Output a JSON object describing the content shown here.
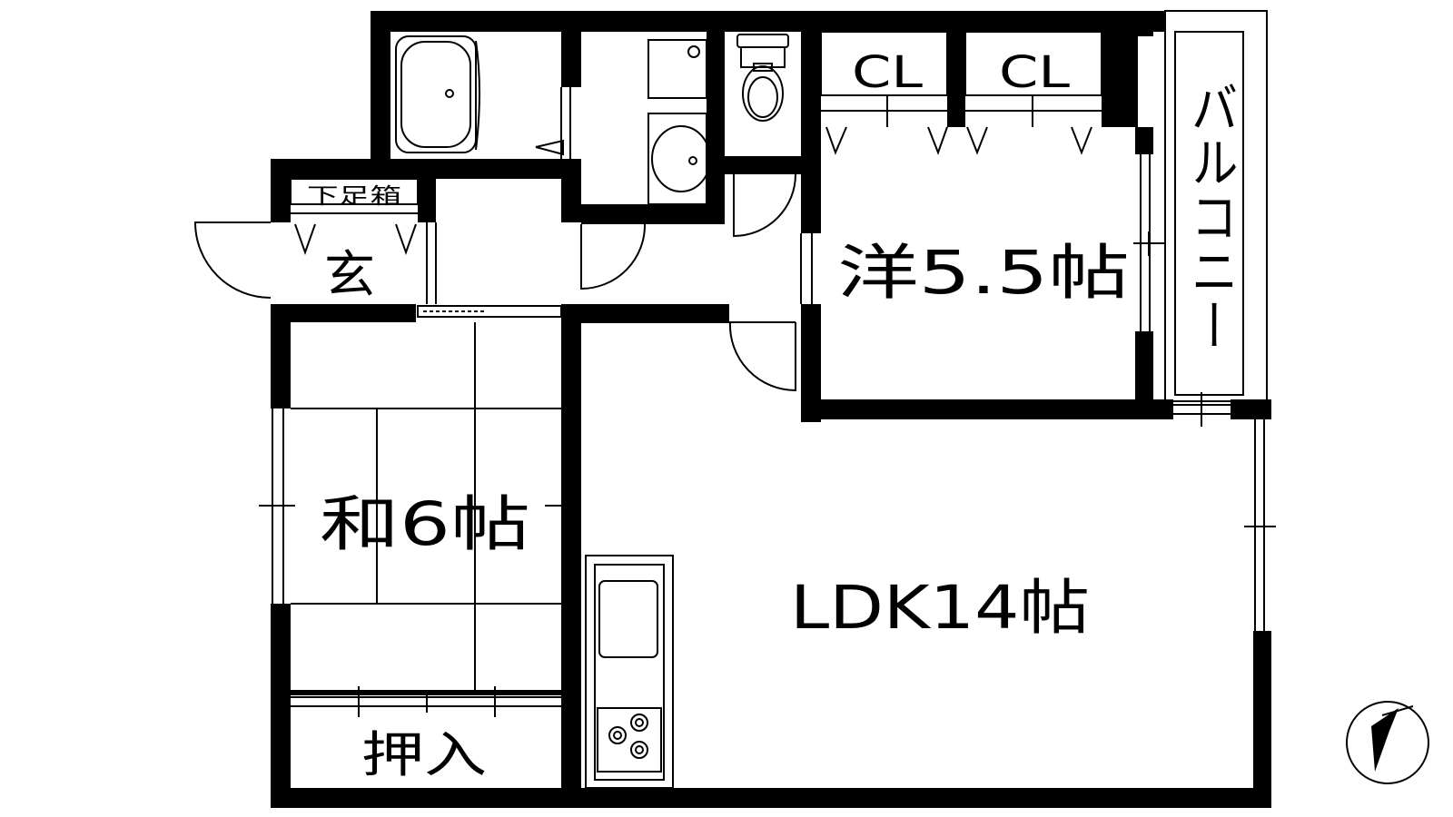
{
  "floorplan": {
    "rooms": {
      "ldk": "LDK14帖",
      "washitsu": "和6帖",
      "yoshitsu": "洋5.5帖",
      "oshiire": "押入",
      "genkan": "玄",
      "getabako": "下足箱",
      "balcony": "バルコニー",
      "closet_left": "CL",
      "closet_right": "CL"
    },
    "icons": [
      "bathtub-icon",
      "washbasin-icon",
      "toilet-icon",
      "kitchen-sink-icon",
      "stove-icon",
      "north-compass-icon"
    ],
    "colors": {
      "wall": "#000000",
      "background": "#ffffff"
    }
  }
}
